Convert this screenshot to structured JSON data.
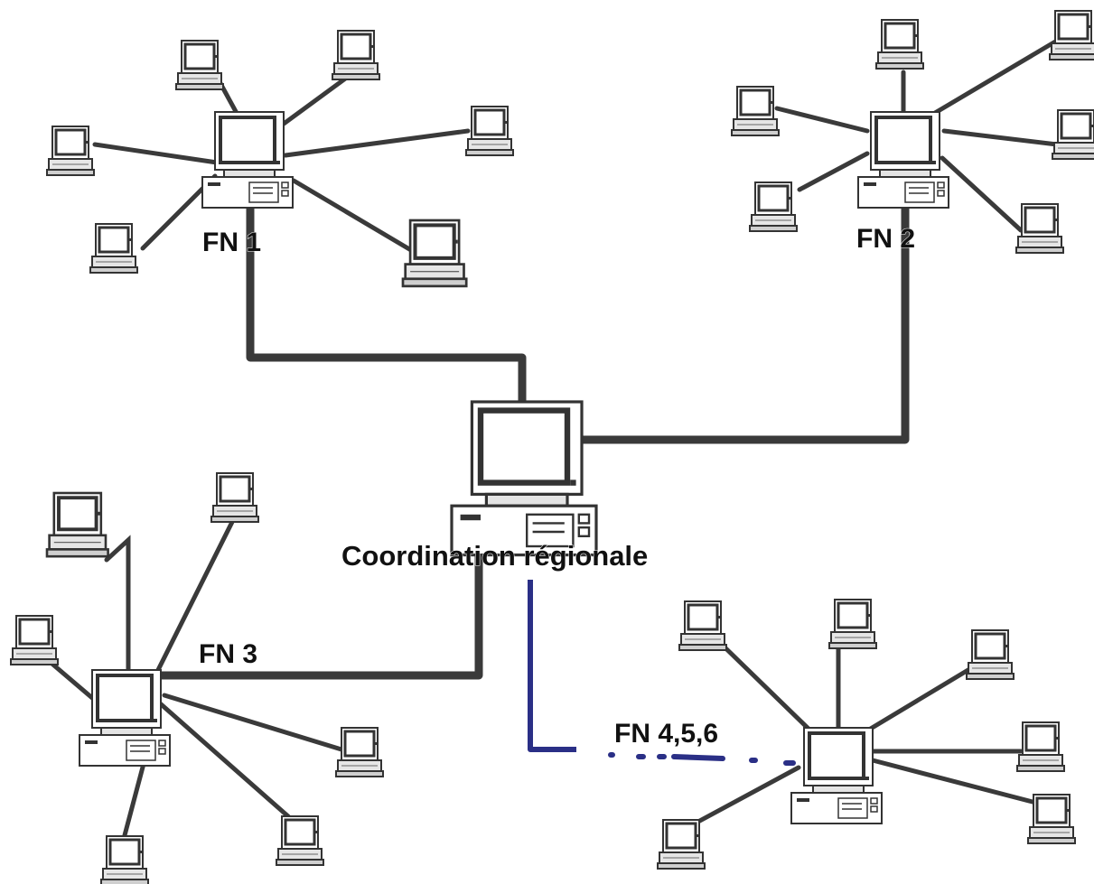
{
  "diagram": {
    "labels": {
      "fn1": "FN 1",
      "fn2": "FN 2",
      "fn3": "FN 3",
      "fn456": "FN 4,5,6",
      "center": "Coordination régionale"
    }
  },
  "colors": {
    "link": "#3a3a3a",
    "dashed_link": "#2a2f86",
    "device_fill": "#d8d8d8",
    "screen": "#ffffff"
  }
}
